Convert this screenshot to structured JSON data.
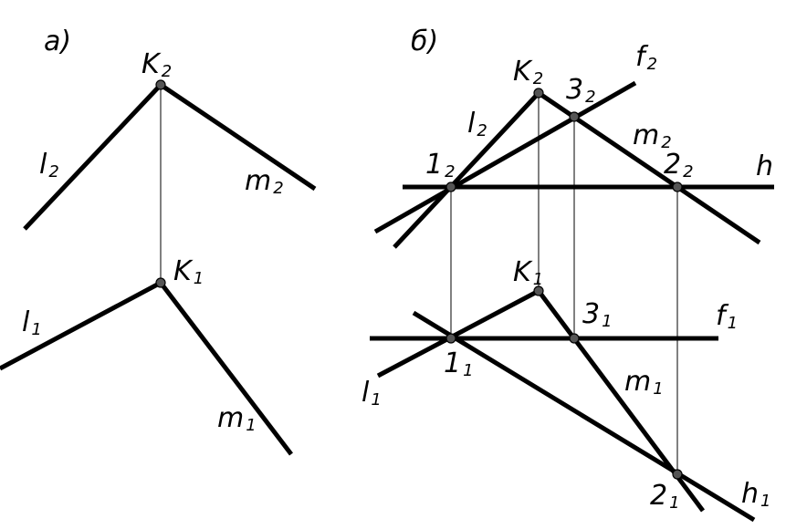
{
  "panels": {
    "a": {
      "title": "а)",
      "labels": {
        "K2": {
          "base": "K",
          "sub": "2"
        },
        "l2": {
          "base": "l",
          "sub": "2"
        },
        "m2": {
          "base": "m",
          "sub": "2"
        },
        "K1": {
          "base": "K",
          "sub": "1"
        },
        "l1": {
          "base": "l",
          "sub": "1"
        },
        "m1": {
          "base": "m",
          "sub": "1"
        }
      }
    },
    "b": {
      "title": "б)",
      "labels": {
        "K2": {
          "base": "K",
          "sub": "2"
        },
        "p3_2": {
          "base": "3",
          "sub": "2"
        },
        "f2": {
          "base": "f",
          "sub": "2"
        },
        "l2": {
          "base": "l",
          "sub": "2"
        },
        "m2": {
          "base": "m",
          "sub": "2"
        },
        "p1_2": {
          "base": "1",
          "sub": "2"
        },
        "p2_2": {
          "base": "2",
          "sub": "2"
        },
        "h": {
          "base": "h",
          "sub": ""
        },
        "K1": {
          "base": "K",
          "sub": "1"
        },
        "p3_1": {
          "base": "3",
          "sub": "1"
        },
        "f1": {
          "base": "f",
          "sub": "1"
        },
        "p1_1": {
          "base": "1",
          "sub": "1"
        },
        "l1": {
          "base": "l",
          "sub": "1"
        },
        "m1": {
          "base": "m",
          "sub": "1"
        },
        "p2_1": {
          "base": "2",
          "sub": "1"
        },
        "h1": {
          "base": "h",
          "sub": "1"
        }
      }
    }
  }
}
